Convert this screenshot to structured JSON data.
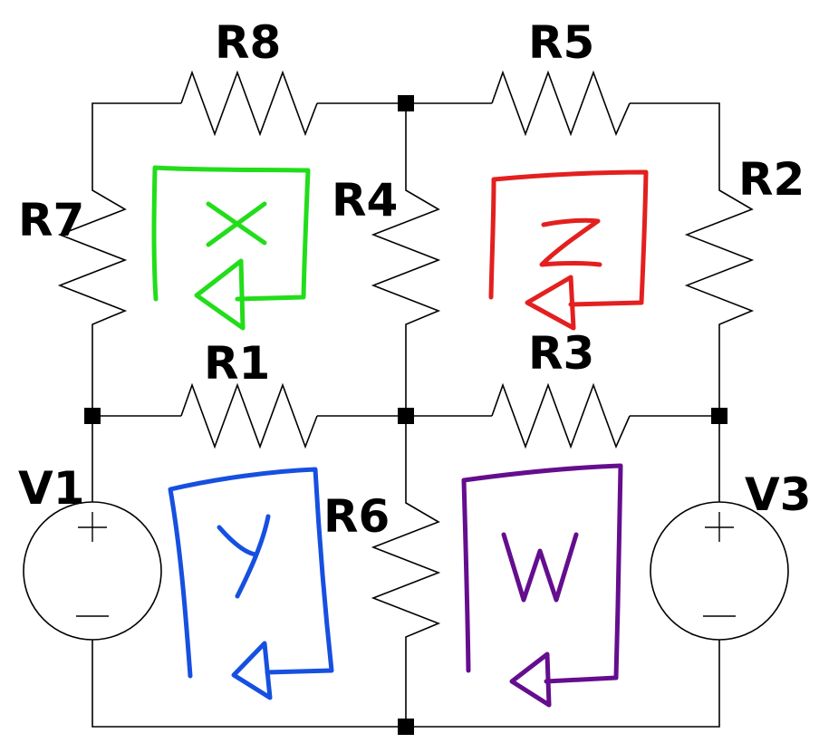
{
  "labels": {
    "R1": "R1",
    "R2": "R2",
    "R3": "R3",
    "R4": "R4",
    "R5": "R5",
    "R6": "R6",
    "R7": "R7",
    "R8": "R8",
    "V1": "V1",
    "V3": "V3"
  },
  "loops": [
    {
      "id": "x",
      "name": "X",
      "color": "#22dd1a"
    },
    {
      "id": "z",
      "name": "Z",
      "color": "#e3201f"
    },
    {
      "id": "y",
      "name": "Y",
      "color": "#1650e0"
    },
    {
      "id": "w",
      "name": "W",
      "color": "#640e8e"
    }
  ]
}
